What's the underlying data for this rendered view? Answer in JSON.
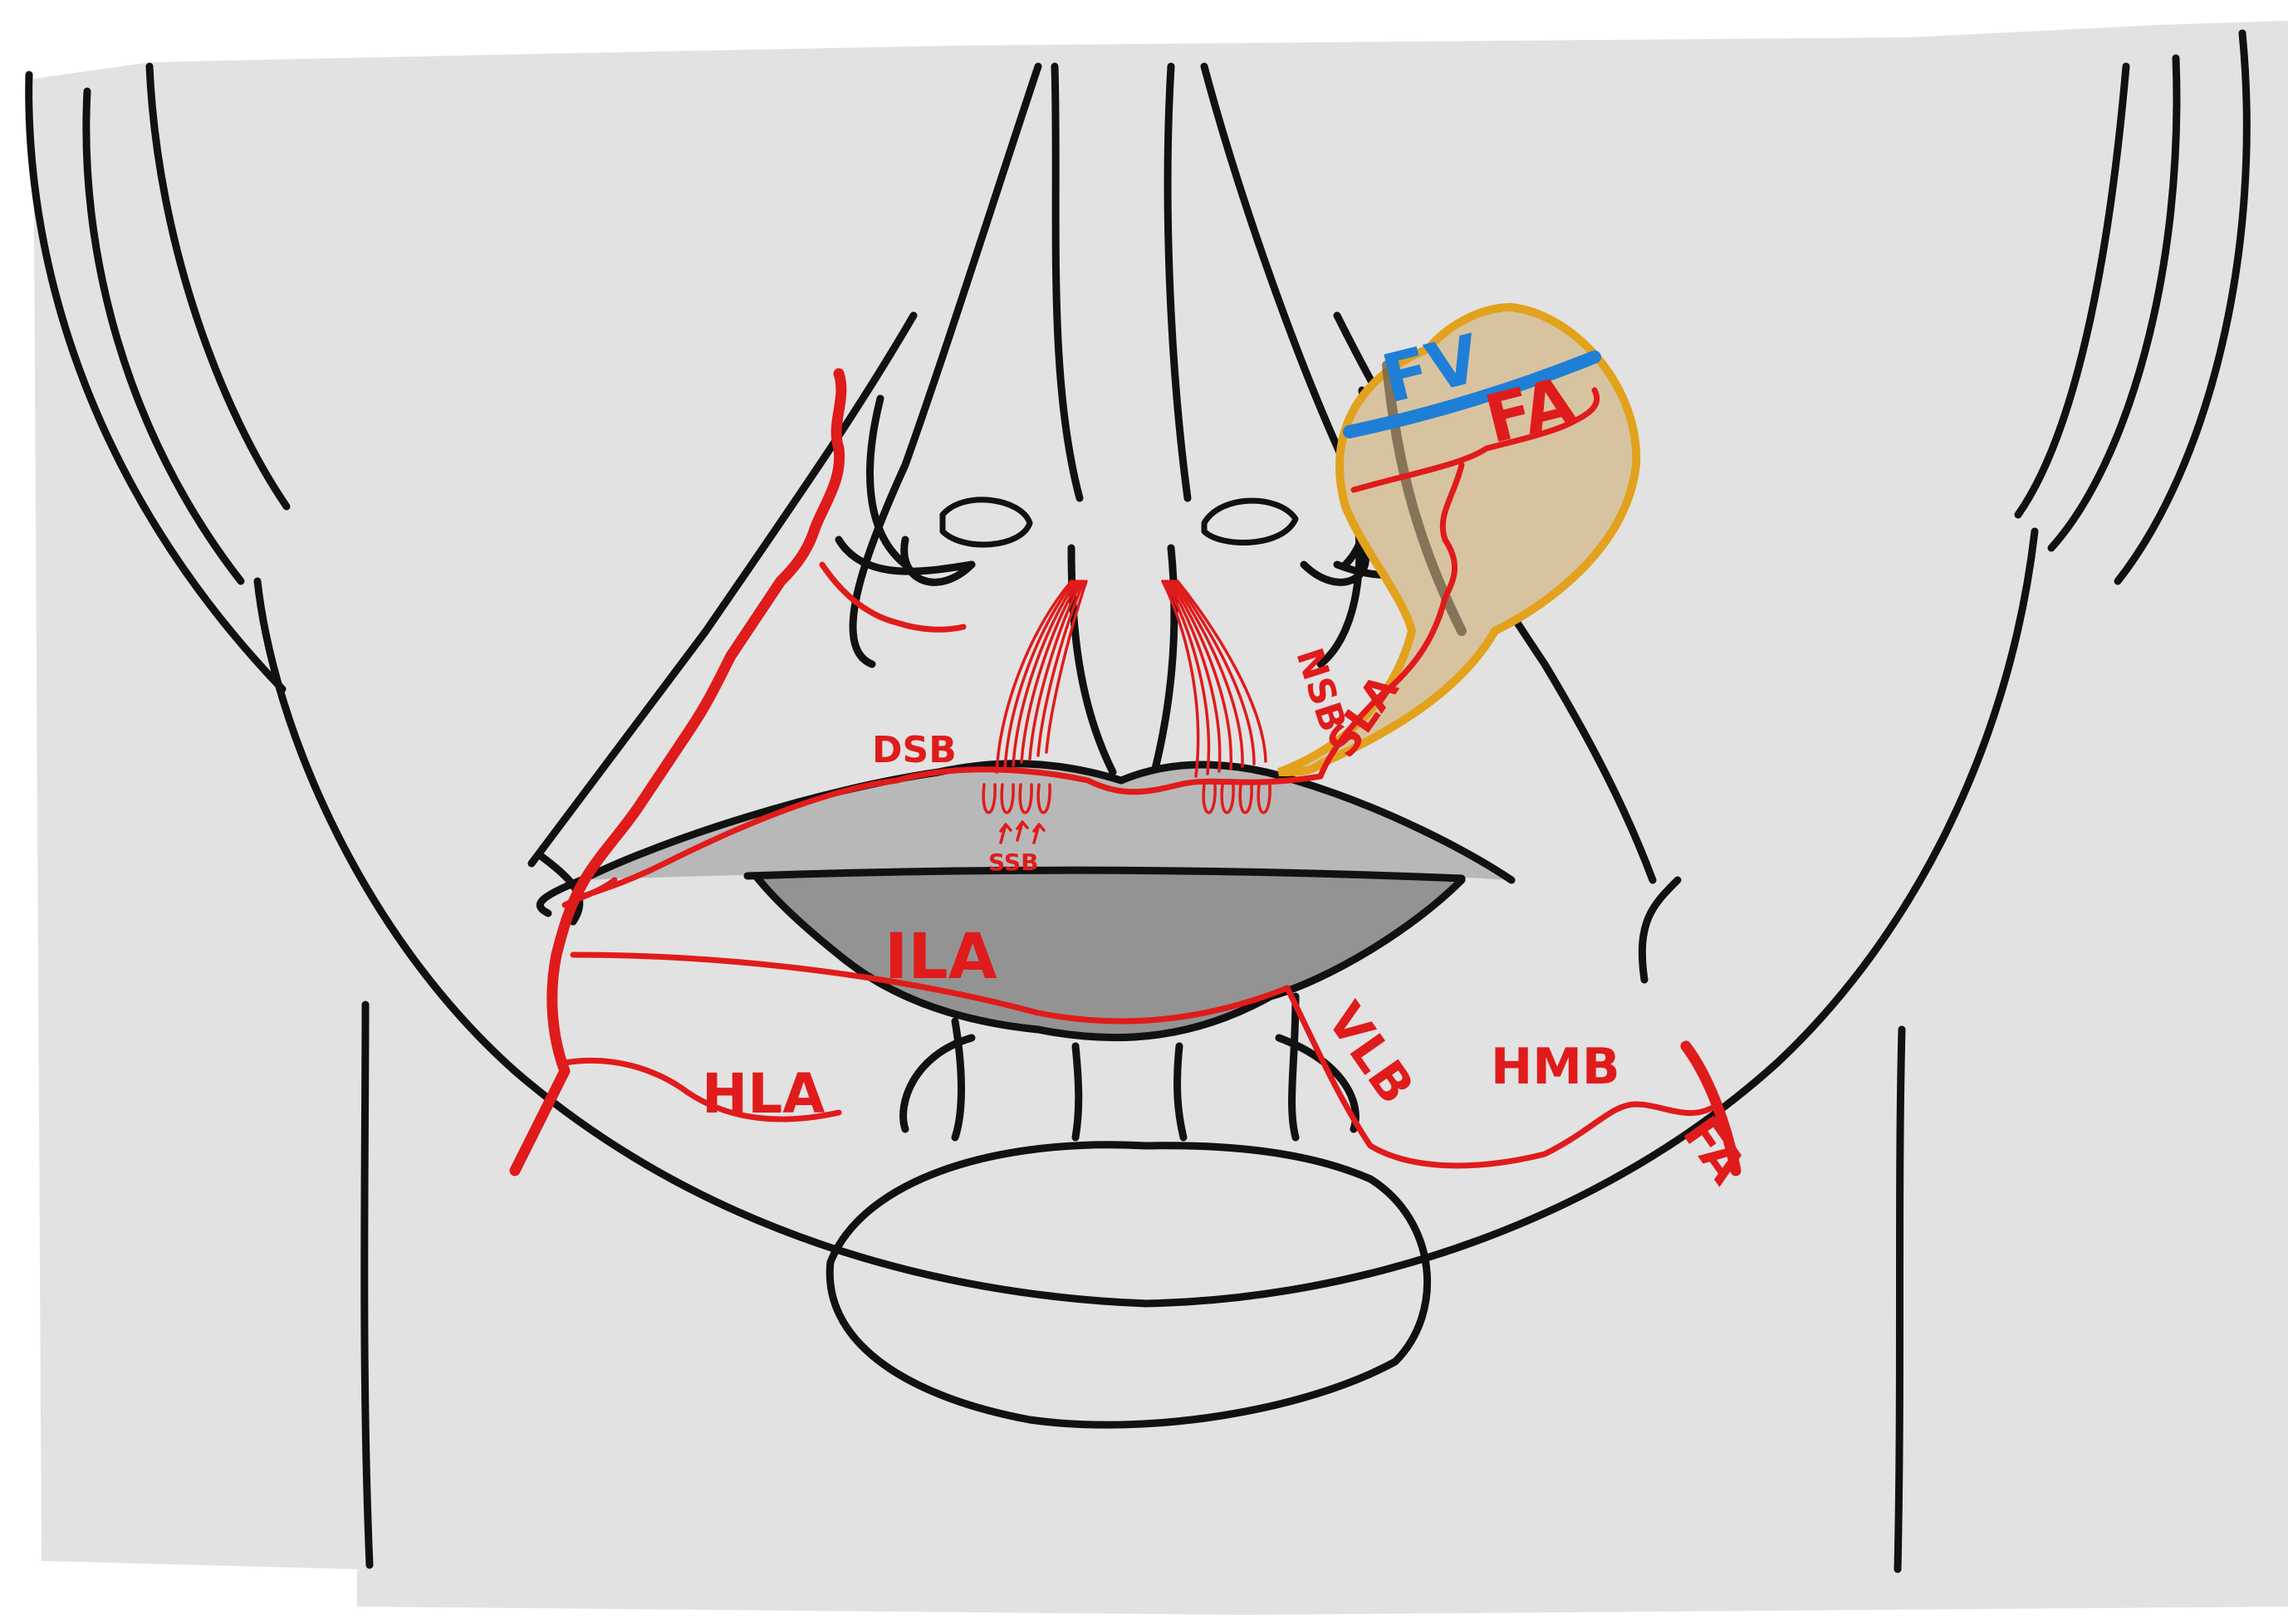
{
  "diagram": {
    "colors": {
      "background": "#e2e2e2",
      "ink": "#111111",
      "artery": "#e01b1b",
      "vein": "#1f7fd6",
      "region_fill": "#d8c3a0",
      "region_stroke": "#e2a21c",
      "lip_upper": "#b8b8b8",
      "lip_lower": "#939393"
    },
    "labels": {
      "fv": "FV",
      "fa_upper": "FA",
      "nsb": "NSB",
      "sla": "SLA",
      "dsb": "DSB",
      "ssb": "SSB",
      "ila": "ILA",
      "hla": "HLA",
      "vlb": "VLB",
      "hmb": "HMB",
      "fa_lower": "FA"
    }
  }
}
